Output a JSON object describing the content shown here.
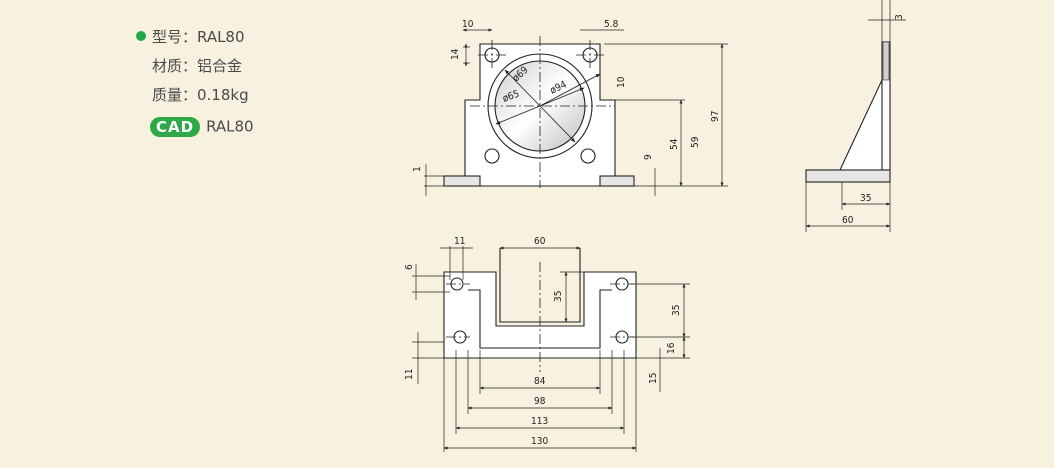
{
  "spec": {
    "model_label": "型号：RAL80",
    "material_label": "材质：铝合金",
    "weight_label": "质量：0.18kg",
    "cad_badge": "CAD",
    "cad_model": "RAL80"
  },
  "colors": {
    "background": "#f7f1df",
    "accent": "#2fa84a",
    "line": "#222222",
    "part_fill": "#ffffff"
  },
  "front_view": {
    "dims": [
      "10",
      "5.8",
      "14",
      "10",
      "ø69",
      "ø65",
      "ø94",
      "97",
      "54",
      "59",
      "9",
      "1"
    ]
  },
  "side_view": {
    "dims": [
      "3",
      "35",
      "60"
    ]
  },
  "top_view": {
    "dims": [
      "11",
      "60",
      "6",
      "35",
      "35",
      "16",
      "11",
      "15",
      "84",
      "98",
      "113",
      "130"
    ]
  }
}
